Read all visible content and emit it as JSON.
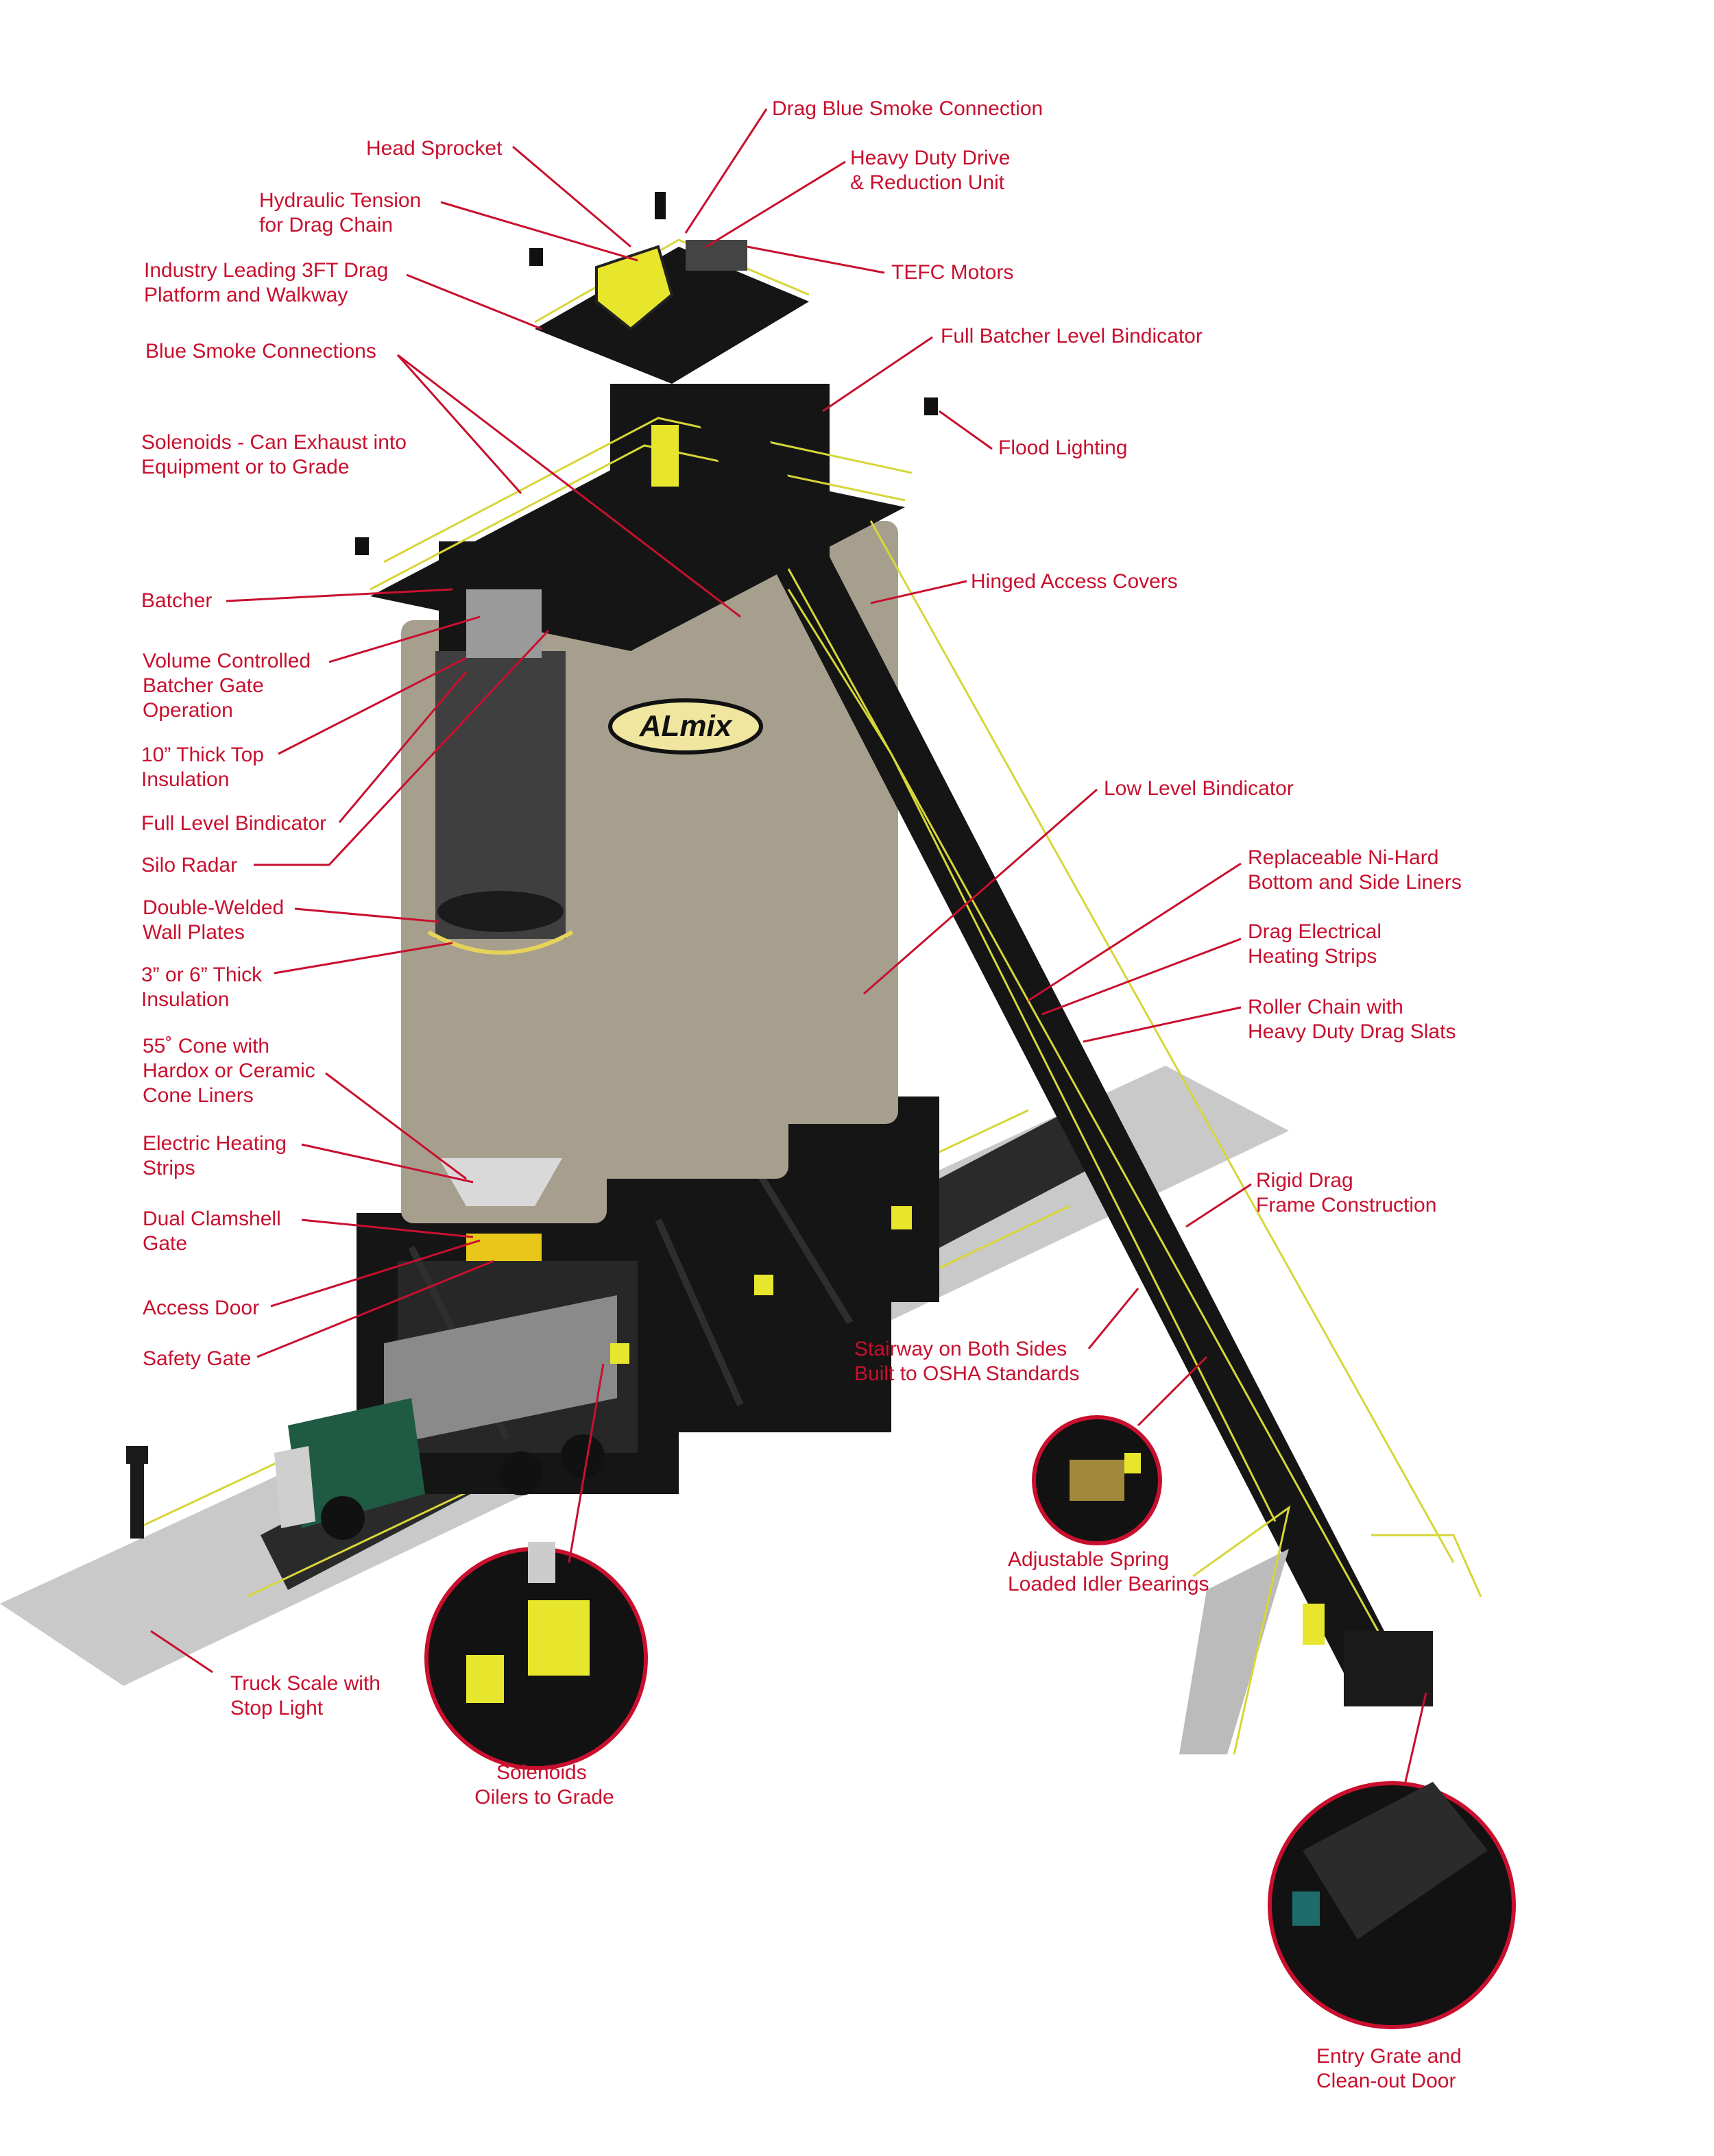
{
  "colors": {
    "label": "#c8102e",
    "leader": "#c8102e",
    "silo_body": "#a79f8d",
    "steel": "#151515",
    "safety_yellow": "#e8e62c",
    "truck_cab": "#1f5a43",
    "scale_pad": "#c9c9c9"
  },
  "logo": {
    "text": "ALmix"
  },
  "labels": {
    "drag_blue_smoke_connection": [
      "Drag Blue Smoke Connection"
    ],
    "head_sprocket": [
      "Head Sprocket"
    ],
    "heavy_duty_drive": [
      "Heavy Duty Drive",
      "& Reduction Unit"
    ],
    "hydraulic_tension": [
      "Hydraulic Tension",
      "for Drag Chain"
    ],
    "tefc_motors": [
      "TEFC Motors"
    ],
    "drag_platform": [
      "Industry Leading 3FT Drag",
      "Platform and Walkway"
    ],
    "full_batcher_level_bindicator": [
      "Full Batcher Level Bindicator"
    ],
    "blue_smoke_connections": [
      "Blue Smoke Connections"
    ],
    "flood_lighting": [
      "Flood Lighting"
    ],
    "solenoids_exhaust": [
      "Solenoids - Can Exhaust into",
      "Equipment or to Grade"
    ],
    "hinged_access_covers": [
      "Hinged Access Covers"
    ],
    "batcher": [
      "Batcher"
    ],
    "volume_controlled_gate": [
      "Volume Controlled",
      "Batcher Gate",
      "Operation"
    ],
    "top_insulation": [
      "10” Thick Top",
      "Insulation"
    ],
    "low_level_bindicator": [
      "Low Level Bindicator"
    ],
    "full_level_bindicator": [
      "Full Level Bindicator"
    ],
    "replaceable_liners": [
      "Replaceable Ni-Hard",
      "Bottom and Side Liners"
    ],
    "silo_radar": [
      "Silo Radar"
    ],
    "double_welded_wall": [
      "Double-Welded",
      "Wall Plates"
    ],
    "drag_heating_strips": [
      "Drag Electrical",
      "Heating Strips"
    ],
    "wall_insulation": [
      "3” or 6” Thick",
      "Insulation"
    ],
    "roller_chain": [
      "Roller Chain with",
      "Heavy Duty Drag Slats"
    ],
    "cone": [
      "55˚ Cone with",
      "Hardox or Ceramic",
      "Cone Liners"
    ],
    "electric_heating_strips": [
      "Electric Heating",
      "Strips"
    ],
    "rigid_drag_frame": [
      "Rigid Drag",
      "Frame Construction"
    ],
    "dual_clamshell_gate": [
      "Dual Clamshell",
      "Gate"
    ],
    "access_door": [
      "Access Door"
    ],
    "stairway": [
      "Stairway on Both Sides",
      "Built to OSHA Standards"
    ],
    "safety_gate": [
      "Safety Gate"
    ],
    "idler_bearings": [
      "Adjustable Spring",
      "Loaded Idler Bearings"
    ],
    "truck_scale": [
      "Truck Scale with",
      "Stop Light"
    ],
    "solenoids_oilers": [
      "Solenoids",
      "Oilers to Grade"
    ],
    "entry_grate": [
      "Entry Grate and",
      "Clean-out Door"
    ]
  }
}
